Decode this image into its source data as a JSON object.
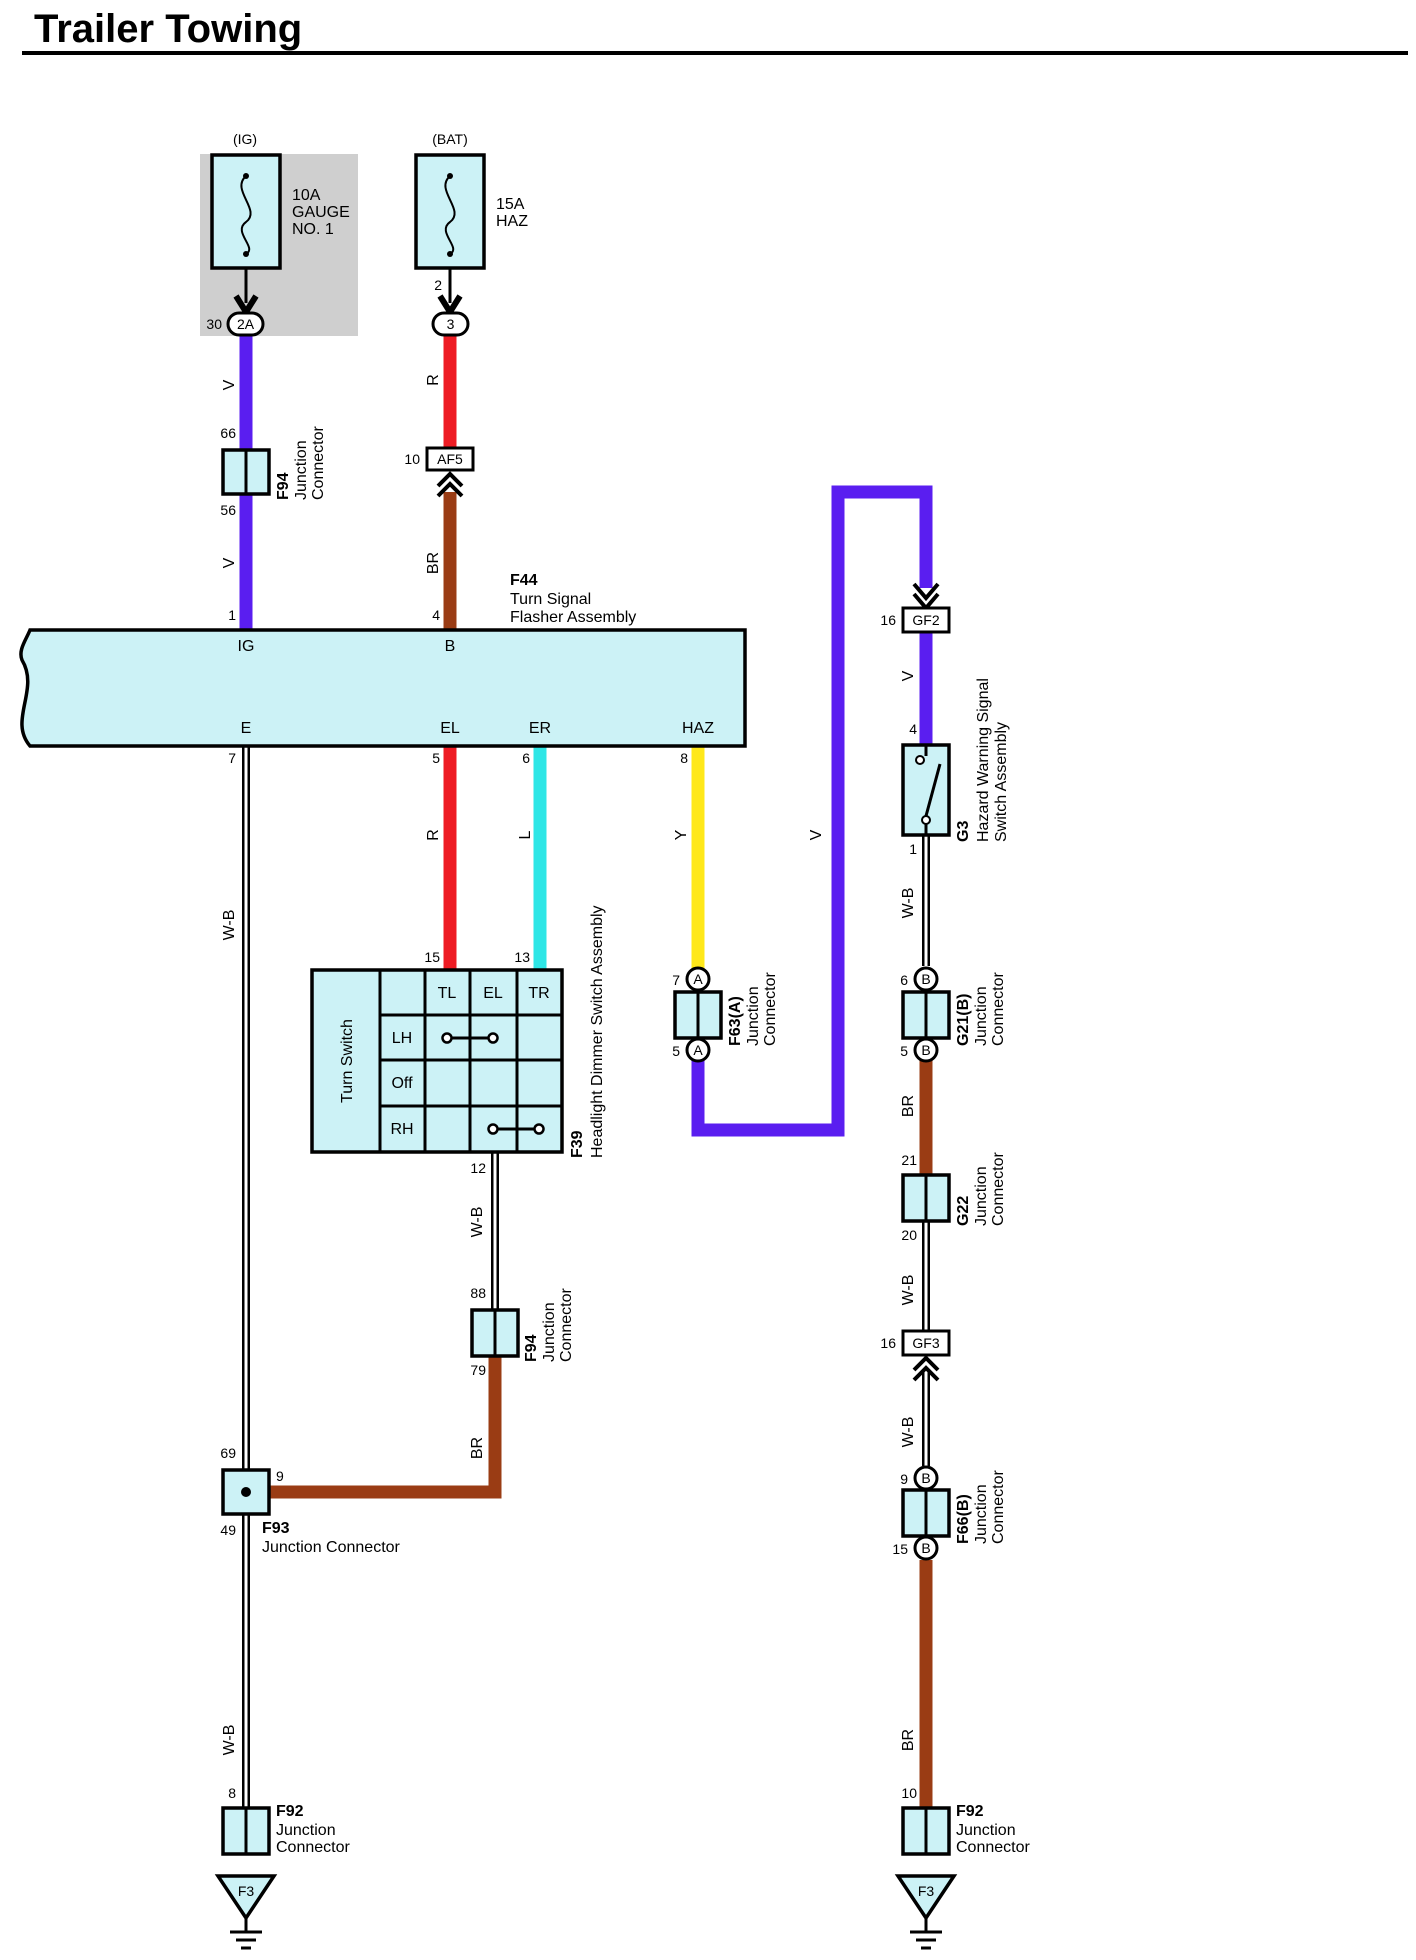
{
  "title": "Trailer Towing",
  "colors": {
    "V": "#5a1ef0",
    "R": "#ee1c24",
    "BR": "#9a3c14",
    "L": "#2ee6e6",
    "Y": "#ffe81a",
    "WB_outer": "#000000",
    "WB_inner": "#ffffff",
    "component_fill": "#ccf2f6",
    "fuse_box_shade": "#cfcfcf"
  },
  "fuses": {
    "ig": {
      "source": "(IG)",
      "rating": "10A",
      "name1": "GAUGE",
      "name2": "NO. 1",
      "pin": "30",
      "connector": "2A"
    },
    "bat": {
      "source": "(BAT)",
      "rating": "15A",
      "name1": "HAZ",
      "pin": "2",
      "connector": "3"
    }
  },
  "wire_codes": {
    "v": "V",
    "r": "R",
    "br": "BR",
    "l": "L",
    "y": "Y",
    "wb": "W-B"
  },
  "f94_top": {
    "id": "F94",
    "desc1": "Junction",
    "desc2": "Connector",
    "pin_top": "66",
    "pin_bottom": "56"
  },
  "af5": {
    "label": "AF5",
    "pin": "10"
  },
  "flasher": {
    "id": "F44",
    "desc1": "Turn Signal",
    "desc2": "Flasher Assembly",
    "pins": {
      "ig": {
        "num": "1",
        "label": "IG"
      },
      "b": {
        "num": "4",
        "label": "B"
      },
      "e": {
        "num": "7",
        "label": "E"
      },
      "el": {
        "num": "5",
        "label": "EL"
      },
      "er": {
        "num": "6",
        "label": "ER"
      },
      "haz": {
        "num": "8",
        "label": "HAZ"
      }
    }
  },
  "dimmer": {
    "id": "F39",
    "desc": "Headlight Dimmer Switch Assembly",
    "side_label": "Turn Switch",
    "columns": [
      "TL",
      "EL",
      "TR"
    ],
    "rows": [
      "LH",
      "Off",
      "RH"
    ],
    "pin_tl": "15",
    "pin_tr": "13",
    "pin_ground": "12"
  },
  "f94_bottom": {
    "id": "F94",
    "desc1": "Junction",
    "desc2": "Connector",
    "pin_top": "88",
    "pin_bottom": "79"
  },
  "f93": {
    "id": "F93",
    "desc": "Junction Connector",
    "pin_top": "69",
    "pin_side": "9",
    "pin_bottom": "49"
  },
  "f92_left": {
    "id": "F92",
    "desc1": "Junction",
    "desc2": "Connector",
    "pin": "8",
    "ground": "F3"
  },
  "f63": {
    "id": "F63(A)",
    "desc1": "Junction",
    "desc2": "Connector",
    "pin_top": "7",
    "pin_bottom": "5",
    "conn": "A"
  },
  "gf2": {
    "label": "GF2",
    "pin": "16"
  },
  "g3": {
    "id": "G3",
    "desc1": "Hazard Warning Signal",
    "desc2": "Switch Assembly",
    "pin_top": "4",
    "pin_bottom": "1"
  },
  "g21": {
    "id": "G21(B)",
    "desc1": "Junction",
    "desc2": "Connector",
    "pin_top": "6",
    "pin_bottom": "5",
    "conn": "B"
  },
  "g22": {
    "id": "G22",
    "desc1": "Junction",
    "desc2": "Connector",
    "pin_top": "21",
    "pin_bottom": "20"
  },
  "gf3": {
    "label": "GF3",
    "pin": "16"
  },
  "f66": {
    "id": "F66(B)",
    "desc1": "Junction",
    "desc2": "Connector",
    "pin_top": "9",
    "pin_bottom": "15",
    "conn": "B"
  },
  "f92_right": {
    "id": "F92",
    "desc1": "Junction",
    "desc2": "Connector",
    "pin": "10",
    "ground": "F3"
  }
}
